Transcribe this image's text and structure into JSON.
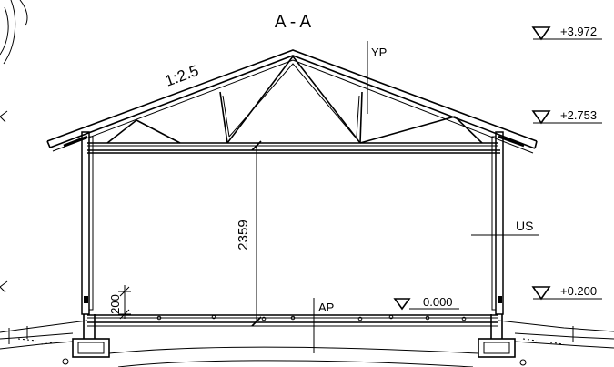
{
  "drawing": {
    "section_title": "A - A",
    "slope_label": "1:2.5",
    "height_dimension": "2359",
    "sill_dimension": "200",
    "label_yp": "YP",
    "label_us": "US",
    "label_ap": "AP",
    "floor_level": "0.000",
    "levels": [
      {
        "value": "+3.972"
      },
      {
        "value": "+2.753"
      },
      {
        "value": "+0.200"
      }
    ]
  }
}
